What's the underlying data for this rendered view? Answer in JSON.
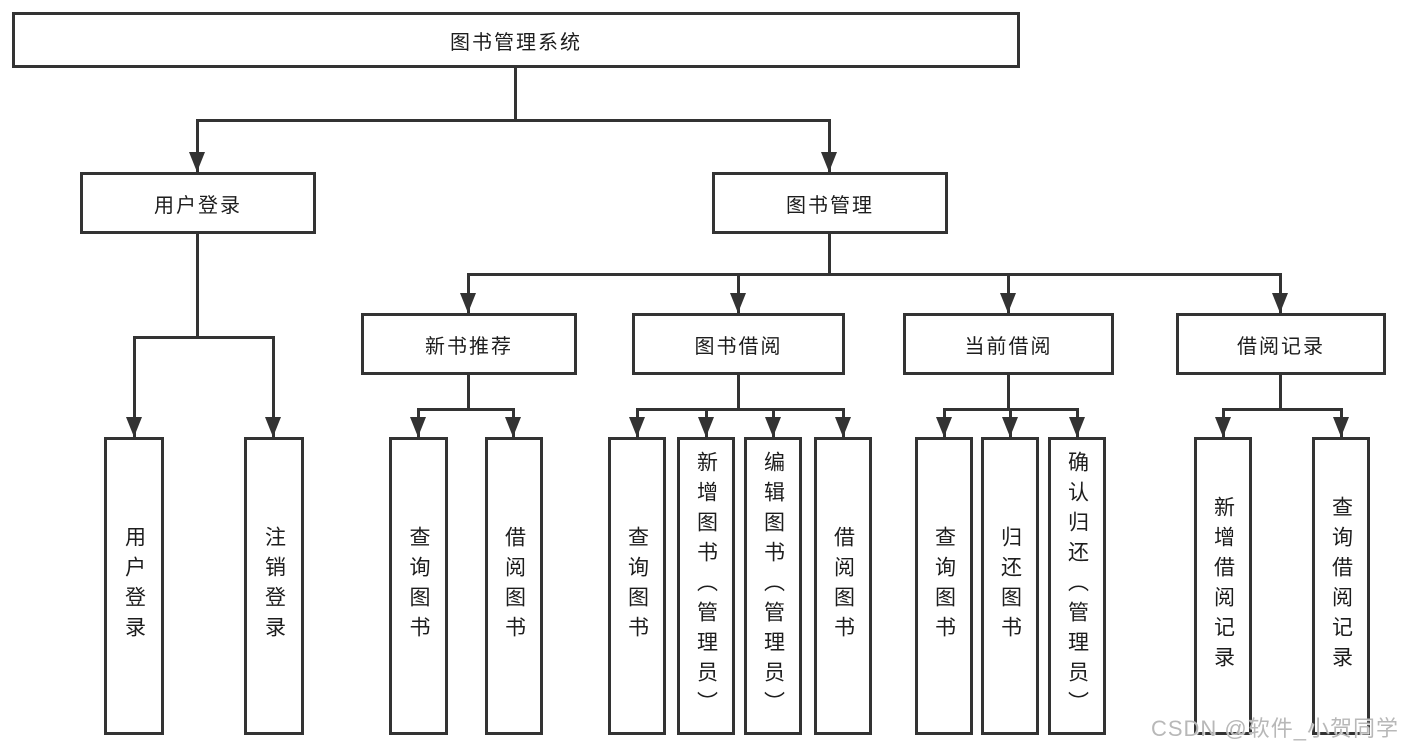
{
  "tree": {
    "root": {
      "label": "图书管理系统",
      "children": [
        {
          "label": "用户登录",
          "children": [
            {
              "label": "用户登录"
            },
            {
              "label": "注销登录"
            }
          ]
        },
        {
          "label": "图书管理",
          "children": [
            {
              "label": "新书推荐",
              "children": [
                {
                  "label": "查询图书"
                },
                {
                  "label": "借阅图书"
                }
              ]
            },
            {
              "label": "图书借阅",
              "children": [
                {
                  "label": "查询图书"
                },
                {
                  "label": "新增图书（管理员）"
                },
                {
                  "label": "编辑图书（管理员）"
                },
                {
                  "label": "借阅图书"
                }
              ]
            },
            {
              "label": "当前借阅",
              "children": [
                {
                  "label": "查询图书"
                },
                {
                  "label": "归还图书"
                },
                {
                  "label": "确认归还（管理员）"
                }
              ]
            },
            {
              "label": "借阅记录",
              "children": [
                {
                  "label": "新增借阅记录"
                },
                {
                  "label": "查询借阅记录"
                }
              ]
            }
          ]
        }
      ]
    }
  },
  "watermark": "CSDN @软件_小贺同学",
  "colors": {
    "line": "#333333",
    "text": "#1d1d1d",
    "background": "#ffffff",
    "watermark": "#b8b8b8"
  }
}
